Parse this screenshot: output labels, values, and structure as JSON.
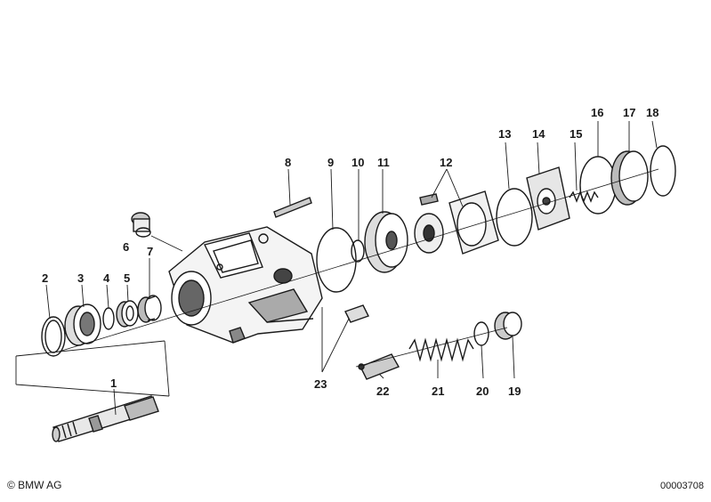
{
  "footer": {
    "copyright": "© BMW AG",
    "doc_number": "00003708"
  },
  "callouts": [
    "1",
    "2",
    "3",
    "4",
    "5",
    "6",
    "7",
    "8",
    "9",
    "10",
    "11",
    "12",
    "13",
    "14",
    "15",
    "16",
    "17",
    "18",
    "19",
    "20",
    "21",
    "22",
    "23"
  ],
  "colors": {
    "ink": "#1a1a1a",
    "shade": "#555555",
    "background": "#ffffff"
  }
}
